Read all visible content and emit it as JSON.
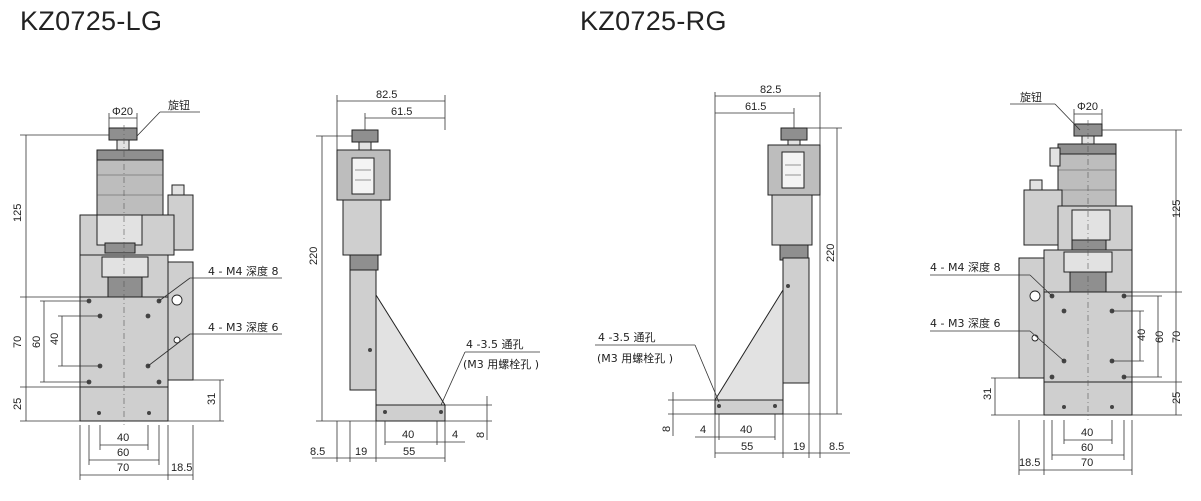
{
  "titles": {
    "left": "KZ0725-LG",
    "right": "KZ0725-RG"
  },
  "annotations": {
    "knob": "旋钮",
    "knob_dia": "Φ20",
    "m4": "4 - M4 深度 8",
    "m3": "4 - M3 深度 6",
    "through_hole": "4 -3.5 通孔",
    "through_hole_note": "(M3 用螺栓孔 )"
  },
  "dims": {
    "d125": "125",
    "d70": "70",
    "d60": "60",
    "d40": "40",
    "d25": "25",
    "d31": "31",
    "d18_5": "18.5",
    "d82_5": "82.5",
    "d61_5": "61.5",
    "d220": "220",
    "d8_5": "8.5",
    "d19": "19",
    "d55": "55",
    "d4": "4",
    "d8": "8"
  }
}
